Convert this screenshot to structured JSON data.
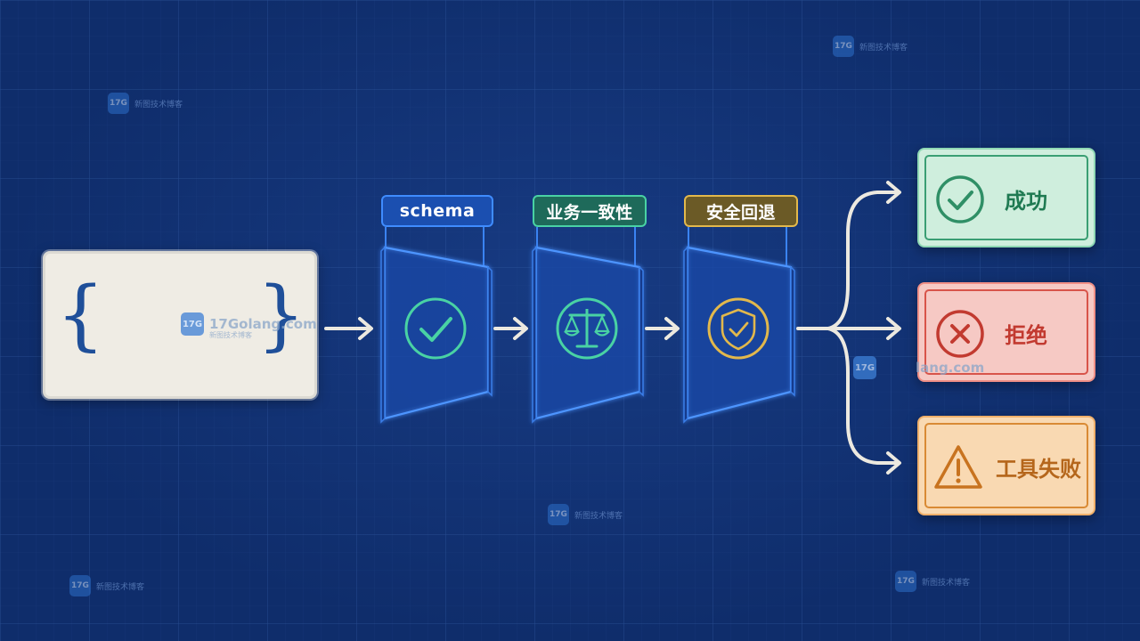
{
  "input_card": {
    "brace_open": "{",
    "brace_close": "}"
  },
  "stages": [
    {
      "label": "schema",
      "icon": "check-icon",
      "color": "#49d2a4"
    },
    {
      "label": "业务一致性",
      "icon": "scale-balance-icon",
      "color": "#49d2a4"
    },
    {
      "label": "安全回退",
      "icon": "shield-check-icon",
      "color": "#e2b84c"
    }
  ],
  "outcomes": [
    {
      "label": "成功",
      "icon": "check-circle-icon",
      "color": "#3a9e73"
    },
    {
      "label": "拒绝",
      "icon": "x-circle-icon",
      "color": "#d8544a"
    },
    {
      "label": "工具失败",
      "icon": "warning-triangle-icon",
      "color": "#d98a34"
    }
  ],
  "watermark": {
    "badge": "17G",
    "site": "17Golang.com",
    "site_partial": "lang.com",
    "subtitle": "新图技术博客"
  }
}
